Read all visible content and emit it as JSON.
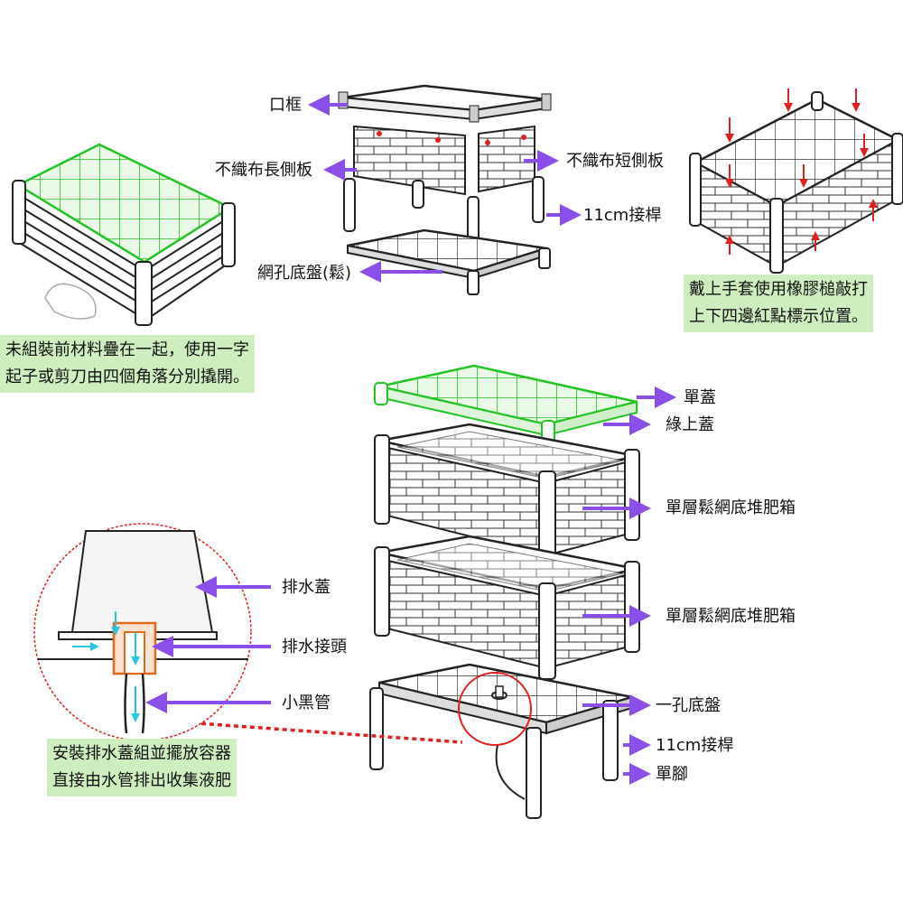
{
  "labels": {
    "rim_frame": "口框",
    "long_side_panel": "不織布長側板",
    "short_side_panel": "不織布短側板",
    "rod_11cm_top": "11cm接桿",
    "mesh_tray_loose": "網孔底盤(鬆)",
    "single_cover": "單蓋",
    "green_cover": "綠上蓋",
    "compost_box_1": "單層鬆網底堆肥箱",
    "compost_box_2": "單層鬆網底堆肥箱",
    "drain_cap": "排水蓋",
    "drain_connector": "排水接頭",
    "black_tube": "小黑管",
    "one_hole_tray": "一孔底盤",
    "rod_11cm_bottom": "11cm接桿",
    "single_leg": "單腳"
  },
  "notes": {
    "unpack": [
      "未組裝前材料疊在一起，使用一字",
      "起子或剪刀由四個角落分別撬開。"
    ],
    "mallet": [
      "戴上手套使用橡膠槌敲打",
      "上下四邊紅點標示位置。"
    ],
    "drain": [
      "安裝排水蓋組並擺放容器",
      "直接由水管排出收集液肥"
    ]
  },
  "colors": {
    "arrow": "#8a4fe8",
    "highlight_green": "#22c322",
    "note_bg": "#cfeec0",
    "red_marker": "#e02020",
    "cyan_flow": "#27c6e0",
    "orange_connector": "#e06a1a"
  }
}
